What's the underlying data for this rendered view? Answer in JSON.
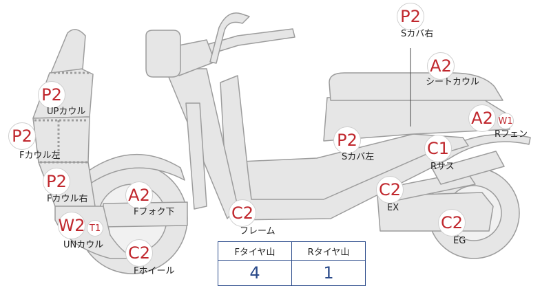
{
  "parts": [
    {
      "grade": "P2",
      "label": "UPカウル"
    },
    {
      "grade": "P2",
      "label": "Fカウル左"
    },
    {
      "grade": "P2",
      "label": "Fカウル右"
    },
    {
      "grade": "W2",
      "sub": "T1",
      "label": "UNカウル"
    },
    {
      "grade": "A2",
      "label": "Fフォク下"
    },
    {
      "grade": "C2",
      "label": "Fホイール"
    },
    {
      "grade": "C2",
      "label": "フレーム"
    },
    {
      "grade": "P2",
      "label": "Sカバ左"
    },
    {
      "grade": "P2",
      "label": "Sカバ右"
    },
    {
      "grade": "A2",
      "label": "シートカウル"
    },
    {
      "grade": "A2",
      "sub": "W1",
      "label": "Rフェン"
    },
    {
      "grade": "C1",
      "label": "Rサス"
    },
    {
      "grade": "C2",
      "label": "EX"
    },
    {
      "grade": "C2",
      "label": "EG"
    }
  ],
  "tire_table": {
    "headers": [
      "Fタイヤ山",
      "Rタイヤ山"
    ],
    "values": [
      "4",
      "1"
    ]
  },
  "colors": {
    "body_fill": "#e6e6e6",
    "outline": "#9c9c9c",
    "grade_text": "#c0272d",
    "table_border": "#2a4a8a"
  }
}
